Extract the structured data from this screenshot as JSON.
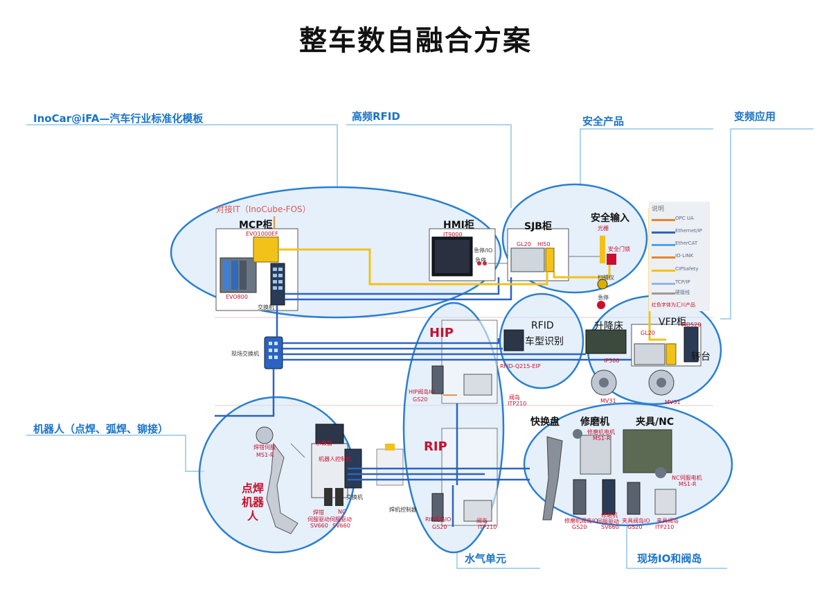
{
  "title": "整车数自融合方案",
  "categories": {
    "inocar": "InoCar@iFA—汽车行业标准化模板",
    "rfid": "高频RFID",
    "safety": "安全产品",
    "vfd": "变频应用",
    "robot": "机器人（点焊、弧焊、铆接）",
    "water": "水气单元",
    "field_io": "现场IO和阀岛"
  },
  "mcp": {
    "connect_it": "对接IT（InoCube-FOS）",
    "cabinet": "MCP柜",
    "plc_top": "EVO1000EF",
    "plc": "EVO800",
    "switch": "交换机"
  },
  "hmi": {
    "cabinet": "HMI柜",
    "model": "IT9000",
    "btn1": "急停/IO",
    "btn2": "急停"
  },
  "sjb": {
    "cabinet": "SJB柜",
    "gl": "GL20",
    "hi": "HI50"
  },
  "safety_input": {
    "title": "安全输入",
    "light": "光栅",
    "door": "安全门锁",
    "scanner": "扫描仪",
    "estop": "急停"
  },
  "legend": {
    "title": "说明",
    "items": [
      {
        "label": "OPC UA",
        "color": "#e8842c"
      },
      {
        "label": "Ethernet/IP",
        "color": "#2b63c2"
      },
      {
        "label": "EtherCAT",
        "color": "#4aa3e8"
      },
      {
        "label": "IO-LINK",
        "color": "#e8842c"
      },
      {
        "label": "CIPSafety",
        "color": "#f2c21a"
      },
      {
        "label": "TCP/IP",
        "color": "#8fb6e8"
      },
      {
        "label": "硬接线",
        "color": "#9a9a9a"
      }
    ],
    "footer": "红色字体为汇川产品"
  },
  "field_switch": "现场交换机",
  "hip": {
    "title": "HIP",
    "io": "HIP阀岛IO",
    "io_model": "GS20",
    "valve": "阀岛",
    "valve_model": "ITP210"
  },
  "rfid": {
    "title": "RFID",
    "subtitle": "车型识别",
    "model": "RFID-Q215-EIP"
  },
  "lift": {
    "title": "升降床",
    "model": "IP500"
  },
  "vfp": {
    "cabinet": "VFP柜",
    "gl": "GL20",
    "md": "MD520",
    "turn": "转台",
    "motor1": "MV31",
    "motor2": "MV31"
  },
  "robot": {
    "title": "点焊机器人",
    "teach": "示教器",
    "controller": "机器人控制柜",
    "servo_motor": "焊钳伺服",
    "servo_model": "MS1-R",
    "driver1": "焊钳",
    "driver1b": "伺服驱动",
    "driver1_model": "SV660",
    "driver2": "NC",
    "driver2b": "伺服驱动",
    "driver2_model": "SV660",
    "switch": "交换机",
    "weld_ctrl": "焊机控制器"
  },
  "rip": {
    "title": "RIP",
    "io": "RIP阀岛IO",
    "io_model": "GS20",
    "valve": "阀岛",
    "valve_model": "ITP210"
  },
  "field": {
    "changer": "快换盘",
    "grinder": "修磨机",
    "fixture": "夹具/NC",
    "grind_motor": "修磨机电机",
    "grind_motor_model": "MS1-R",
    "nc_motor": "NC伺服电机",
    "nc_motor_model": "MS1-R",
    "io1": "修磨机阀岛IO",
    "io1_model": "GS20",
    "io2": "修磨机",
    "io2b": "伺服驱动",
    "io2_model": "SV660",
    "io3": "夹具阀岛IO",
    "io3_model": "GS20",
    "io4": "夹具阀岛",
    "io4_model": "ITP210"
  },
  "colors": {
    "accent": "#1a73c8",
    "ellipse_fill": "#cfe3f6",
    "ellipse_stroke": "#2a7fd0",
    "ethernet": "#2b63c2",
    "cipsafety": "#f2c21a",
    "opc": "#e8842c"
  }
}
